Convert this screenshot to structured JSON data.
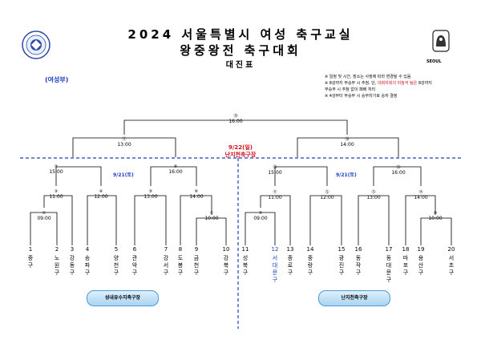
{
  "header": {
    "title_line1": "2024 서울특별시 여성 축구교실",
    "title_line2": "왕중왕전 축구대회",
    "title_line3": "대진표",
    "division": "(여성부)",
    "seoul_label": "SEOUL"
  },
  "notes": [
    {
      "pre": "※ 일정 및 시간, 장소는 사정에 따라 변경될 수 있음",
      "red": "",
      "post": ""
    },
    {
      "pre": "※ 8강까지 무승부 시 추첨. 단, ",
      "red": "대회자회의 미참석 팀은",
      "post": " 8강까지"
    },
    {
      "pre": "   무승부 시 추첨 없이 패배 처리",
      "red": "",
      "post": ""
    },
    {
      "pre": "※ 4강부터 무승부 시 승부차기로 승자 결정",
      "red": "",
      "post": ""
    }
  ],
  "dates": {
    "final_date": "9/22(일)",
    "final_venue": "난지천축구장",
    "left_date": "9/21(토)",
    "right_date": "9/21(토)"
  },
  "nodes": {
    "n1": {
      "num": "①",
      "time": "09:00"
    },
    "n2": {
      "num": "②",
      "time": "10:00"
    },
    "n3": {
      "num": "③",
      "time": "11:00"
    },
    "n4": {
      "num": "④",
      "time": "12:00"
    },
    "n5": {
      "num": "⑤",
      "time": "13:00"
    },
    "n6": {
      "num": "⑥",
      "time": "14:00"
    },
    "n7": {
      "num": "⑦",
      "time": "15:00"
    },
    "n8": {
      "num": "⑧",
      "time": "16:00"
    },
    "n9": {
      "num": "⑨",
      "time": "09:00"
    },
    "n10": {
      "num": "⑩",
      "time": "10:00"
    },
    "n11": {
      "num": "⑪",
      "time": "11:00"
    },
    "n12": {
      "num": "⑫",
      "time": "12:00"
    },
    "n13": {
      "num": "⑬",
      "time": "13:00"
    },
    "n14": {
      "num": "⑭",
      "time": "14:00"
    },
    "n15": {
      "num": "⑮",
      "time": "15:00"
    },
    "n16": {
      "num": "⑯",
      "time": "16:00"
    },
    "n17": {
      "num": "⑰",
      "time": "13:00"
    },
    "n18": {
      "num": "⑱",
      "time": "14:00"
    },
    "n19": {
      "num": "⑲",
      "time": "16:00"
    }
  },
  "teams": [
    {
      "num": "1",
      "name": "중구"
    },
    {
      "num": "2",
      "name": "노원구"
    },
    {
      "num": "3",
      "name": "강동구"
    },
    {
      "num": "4",
      "name": "송파구"
    },
    {
      "num": "5",
      "name": "양천구"
    },
    {
      "num": "6",
      "name": "관악구"
    },
    {
      "num": "7",
      "name": "강서구"
    },
    {
      "num": "8",
      "name": "도봉구"
    },
    {
      "num": "9",
      "name": "금천구"
    },
    {
      "num": "10",
      "name": "강북구"
    },
    {
      "num": "11",
      "name": "성북구"
    },
    {
      "num": "12",
      "name": "서대문구"
    },
    {
      "num": "13",
      "name": "종로구"
    },
    {
      "num": "14",
      "name": "중랑구"
    },
    {
      "num": "15",
      "name": "광진구"
    },
    {
      "num": "16",
      "name": "동작구"
    },
    {
      "num": "17",
      "name": "동대문구"
    },
    {
      "num": "18",
      "name": "마포구"
    },
    {
      "num": "19",
      "name": "용산구"
    },
    {
      "num": "20",
      "name": "서초구"
    }
  ],
  "venues": {
    "left": "성내유수지축구장",
    "right": "난지천축구장"
  },
  "colors": {
    "accent_blue": "#1f3fc4",
    "accent_red": "#d0101b",
    "venue_fill": "#a8d4f2"
  }
}
